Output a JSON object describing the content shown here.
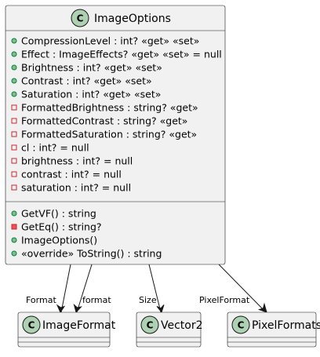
{
  "diagram": {
    "main_class": {
      "stereotype_letter": "C",
      "name": "ImageOptions",
      "fields": [
        {
          "visibility": "public",
          "text": "CompressionLevel : int? «get» «set»"
        },
        {
          "visibility": "public",
          "text": "Effect : ImageEffects? «get» «set» = null"
        },
        {
          "visibility": "public",
          "text": "Brightness : int? «get» «set»"
        },
        {
          "visibility": "public",
          "text": "Contrast : int? «get» «set»"
        },
        {
          "visibility": "public",
          "text": "Saturation : int? «get» «set»"
        },
        {
          "visibility": "private",
          "text": "FormattedBrightness : string? «get»"
        },
        {
          "visibility": "private",
          "text": "FormattedContrast : string? «get»"
        },
        {
          "visibility": "private",
          "text": "FormattedSaturation : string? «get»"
        },
        {
          "visibility": "private",
          "text": "cl : int? = null"
        },
        {
          "visibility": "private",
          "text": "brightness : int? = null"
        },
        {
          "visibility": "private",
          "text": "contrast : int? = null"
        },
        {
          "visibility": "private",
          "text": "saturation : int? = null"
        }
      ],
      "methods": [
        {
          "visibility": "public",
          "text": "GetVF() : string"
        },
        {
          "visibility": "private",
          "text": "GetEq() : string?"
        },
        {
          "visibility": "public",
          "text": "ImageOptions()"
        },
        {
          "visibility": "public",
          "text": "«override» ToString() : string"
        }
      ]
    },
    "targets": [
      {
        "stereotype_letter": "C",
        "name": "ImageFormat"
      },
      {
        "stereotype_letter": "C",
        "name": "Vector2"
      },
      {
        "stereotype_letter": "C",
        "name": "PixelFormats"
      }
    ],
    "edge_labels": {
      "format_upper": "Format",
      "format_lower": "format",
      "size": "Size",
      "pixel_format": "PixelFormat"
    },
    "colors": {
      "class_fill": "#f1f1f1",
      "class_border": "#181818",
      "stereotype_circle": "#add1b2",
      "public_marker": "#84be84",
      "public_marker_border": "#038048",
      "private_marker": "#f24d5c",
      "private_marker_border": "#c82930"
    }
  }
}
